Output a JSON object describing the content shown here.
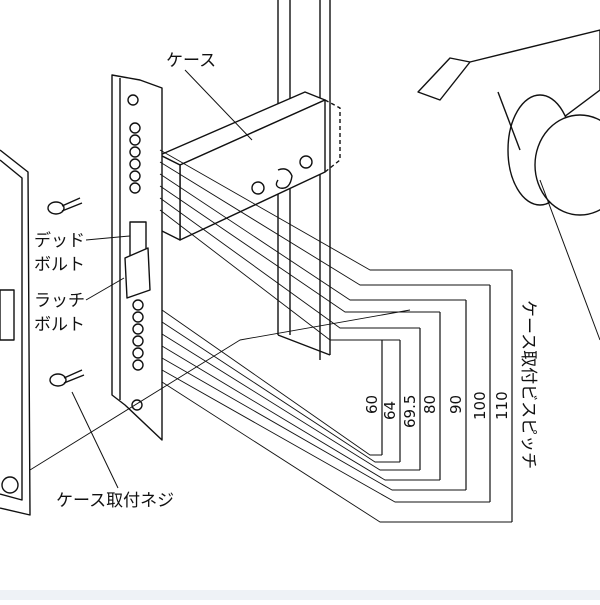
{
  "labels": {
    "case": "ケース",
    "deadbolt_line1": "デッド",
    "deadbolt_line2": "ボルト",
    "latch_line1": "ラッチ",
    "latch_line2": "ボルト",
    "case_screw": "ケース取付ネジ",
    "case_pitch_vertical": "ケース取付ビスピッチ"
  },
  "dimensions": [
    "60",
    "64",
    "69.5",
    "80",
    "90",
    "100",
    "110"
  ],
  "colors": {
    "line": "#111111",
    "band": "#eef2f6"
  }
}
